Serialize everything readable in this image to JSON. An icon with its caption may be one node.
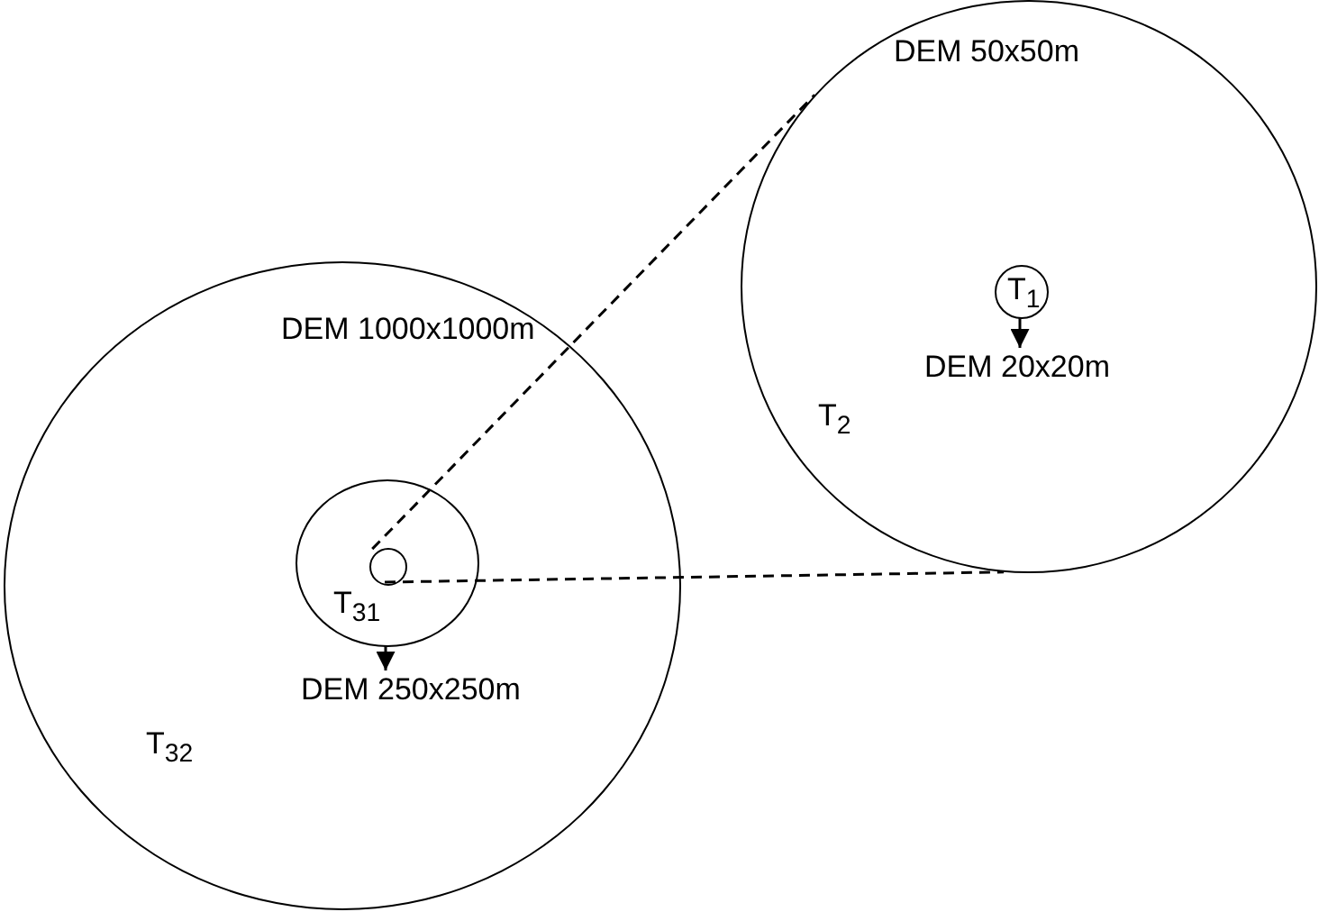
{
  "diagram": {
    "nodes": [
      {
        "text": [
          "DEM 1000x1000m",
          "T$_{32}$"
        ]
      },
      {
        "text": [
          "T$_{31}$"
        ],
        "in": 0
      },
      {
        "text": [],
        "shape": "circle",
        "in": 1
      },
      {
        "text": [
          "DEM 250x250m"
        ],
        "in": 0
      },
      {
        "text": [
          "DEM 50x50m",
          "T$_{2}$"
        ]
      },
      {
        "text": [
          "T$_{1}$"
        ],
        "in": 4
      },
      {
        "text": [
          "DEM 20x20m"
        ],
        "in": 4
      }
    ],
    "edges": [
      {
        "from": 1,
        "to": 3,
        "arrow": "to"
      },
      {
        "from": 5,
        "to": 6,
        "arrow": "to"
      },
      {
        "from": 2,
        "to": 4,
        "arrow": "none",
        "style": "dashed"
      },
      {
        "from": 2,
        "to": 4,
        "arrow": "none",
        "style": "dashed"
      }
    ]
  }
}
